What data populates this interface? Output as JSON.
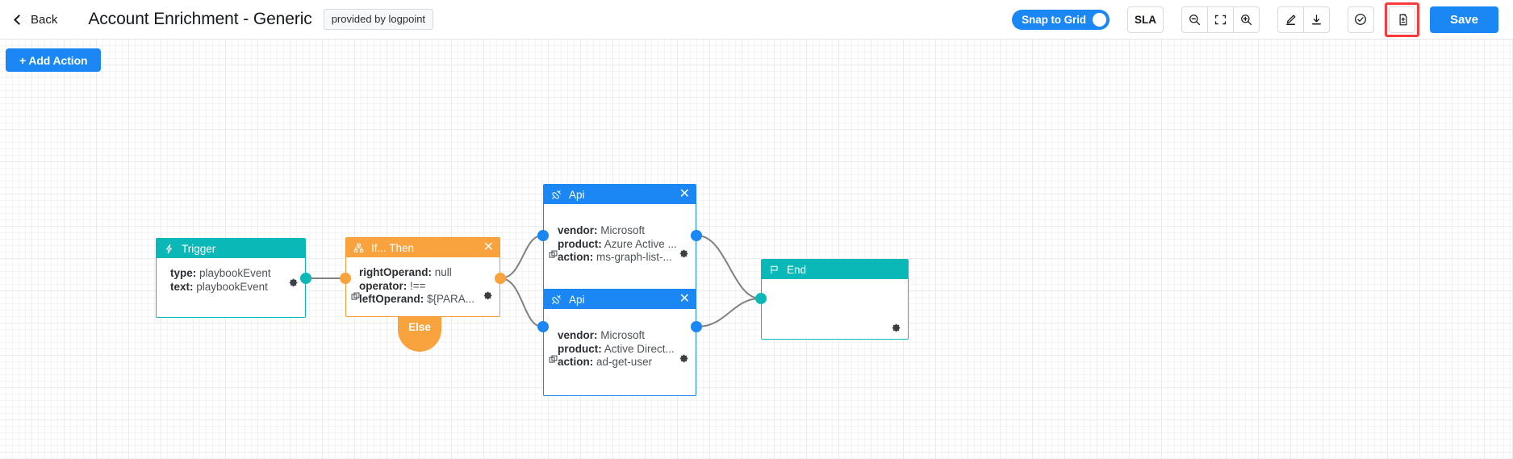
{
  "header": {
    "back_label": "Back",
    "title": "Account Enrichment - Generic",
    "provided_badge": "provided by logpoint",
    "snap_to_grid_label": "Snap to Grid",
    "snap_to_grid_on": true,
    "sla_label": "SLA",
    "save_label": "Save",
    "buttons": [
      {
        "name": "zoom-out-icon",
        "tooltip": "Zoom Out"
      },
      {
        "name": "fit-screen-icon",
        "tooltip": "Fit to Screen"
      },
      {
        "name": "zoom-in-icon",
        "tooltip": "Zoom In"
      },
      {
        "name": "edit-pencil-icon",
        "tooltip": "Edit"
      },
      {
        "name": "download-icon",
        "tooltip": "Download"
      },
      {
        "name": "validate-check-icon",
        "tooltip": "Validate"
      },
      {
        "name": "duplicate-document-icon",
        "tooltip": "Duplicate Playbook",
        "highlighted": true
      }
    ]
  },
  "canvas": {
    "add_action_label": "+ Add Action",
    "else_label": "Else"
  },
  "nodes": {
    "trigger": {
      "title": "Trigger",
      "icon": "lightning-bolt-icon",
      "color": "#0bb8b8",
      "rows": [
        {
          "key": "type:",
          "value": "playbookEvent"
        },
        {
          "key": "text:",
          "value": "playbookEvent"
        }
      ]
    },
    "ifthen": {
      "title": "If... Then",
      "icon": "branch-icon",
      "color": "#f9a33f",
      "rows": [
        {
          "key": "rightOperand:",
          "value": "null"
        },
        {
          "key": "operator:",
          "value": "!=="
        },
        {
          "key": "leftOperand:",
          "value": "${PARA..."
        }
      ]
    },
    "api_top": {
      "title": "Api",
      "icon": "plug-icon",
      "color": "#1b87f5",
      "rows": [
        {
          "key": "vendor:",
          "value": "Microsoft"
        },
        {
          "key": "product:",
          "value": "Azure Active ..."
        },
        {
          "key": "action:",
          "value": "ms-graph-list-..."
        }
      ]
    },
    "api_bottom": {
      "title": "Api",
      "icon": "plug-icon",
      "color": "#1b87f5",
      "rows": [
        {
          "key": "vendor:",
          "value": "Microsoft"
        },
        {
          "key": "product:",
          "value": "Active Direct..."
        },
        {
          "key": "action:",
          "value": "ad-get-user"
        }
      ]
    },
    "end": {
      "title": "End",
      "icon": "flag-icon",
      "color": "#0bb8b8",
      "rows": []
    }
  },
  "colors": {
    "accent_blue": "#1b87f5",
    "teal": "#0bb8b8",
    "orange": "#f9a33f",
    "highlight_red": "#fb3b3b",
    "edge_gray": "#808080"
  }
}
